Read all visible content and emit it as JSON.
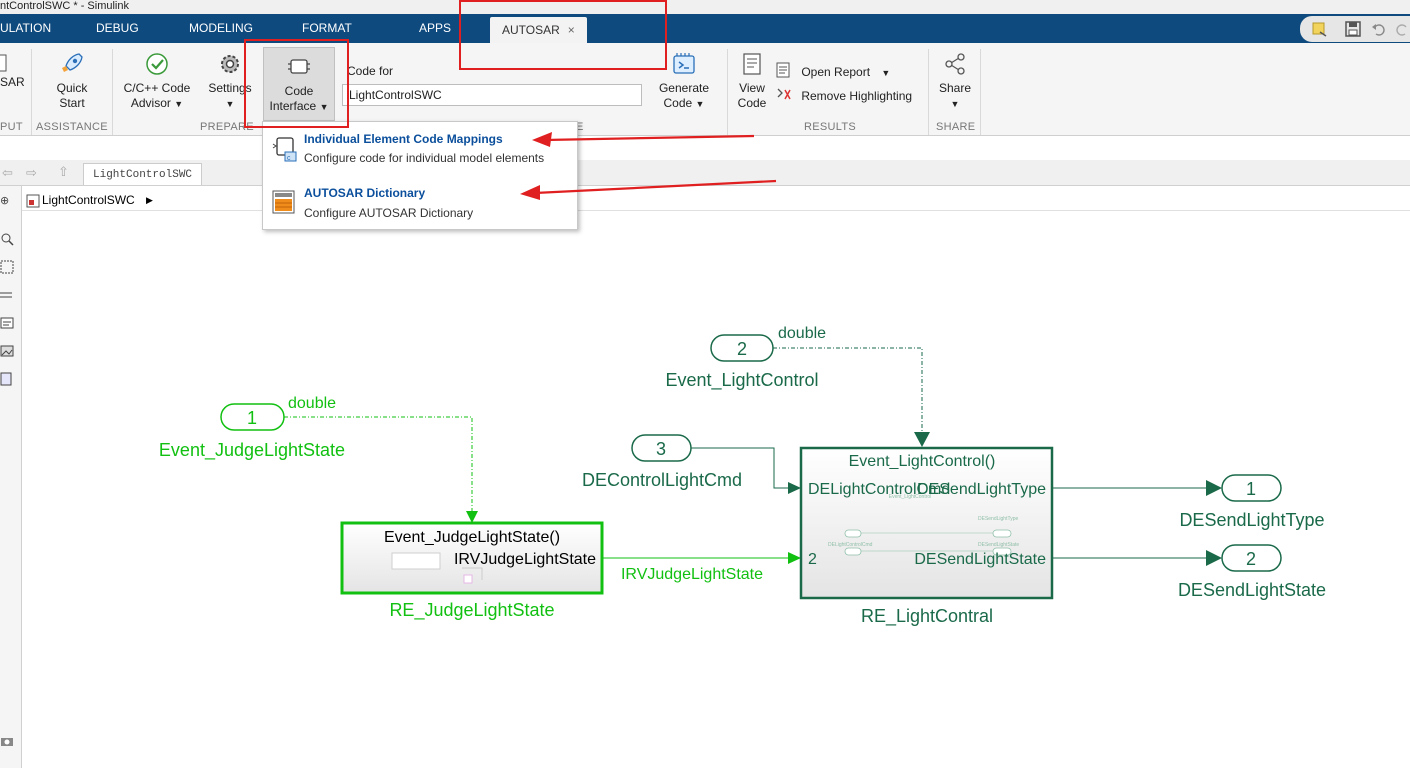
{
  "window": {
    "title": "ntControlSWC * - Simulink"
  },
  "tabs": [
    {
      "label": "ULATION",
      "active": false
    },
    {
      "label": "DEBUG",
      "active": false
    },
    {
      "label": "MODELING",
      "active": false
    },
    {
      "label": "FORMAT",
      "active": false
    },
    {
      "label": "APPS",
      "active": false
    },
    {
      "label": "AUTOSAR",
      "active": true,
      "close": "×"
    }
  ],
  "ribbon": {
    "autosar_cut": "SAR",
    "quick_start": {
      "line1": "Quick",
      "line2": "Start"
    },
    "code_advisor": {
      "line1": "C/C++ Code",
      "line2": "Advisor"
    },
    "settings": {
      "line1": "Settings"
    },
    "code_interface": {
      "line1": "Code",
      "line2": "Interface"
    },
    "code_for_label": "Code for",
    "code_for_value": "LightControlSWC",
    "generate_code": {
      "line1": "Generate",
      "line2": "Code"
    },
    "view_code": {
      "line1": "View",
      "line2": "Code"
    },
    "open_report": "Open Report",
    "remove_highlighting": "Remove Highlighting",
    "share": {
      "line1": "Share"
    },
    "groups": {
      "put": "PUT",
      "assistance": "ASSISTANCE",
      "prepare": "PREPARE",
      "generate_cut": "E",
      "results": "RESULTS",
      "share": "SHARE"
    }
  },
  "dropdown": {
    "items": [
      {
        "title": "Individual Element Code Mappings",
        "desc": "Configure code for individual model elements",
        "icon": "code-mapping-icon"
      },
      {
        "title": "AUTOSAR Dictionary",
        "desc": "Configure AUTOSAR Dictionary",
        "icon": "dictionary-icon"
      }
    ]
  },
  "nav": {
    "model_tab": "LightControlSWC",
    "breadcrumb": "LightControlSWC"
  },
  "diagram": {
    "left_inport": {
      "num": "1",
      "name": "Event_JudgeLightState",
      "type": "double"
    },
    "left_block": {
      "header": "Event_JudgeLightState()",
      "port": "IRVJudgeLightState",
      "name": "RE_JudgeLightState"
    },
    "irv_signal": "IRVJudgeLightState",
    "top_inport": {
      "num": "2",
      "name": "Event_LightControl",
      "type": "double"
    },
    "cmd_inport": {
      "num": "3",
      "name": "DEControlLightCmd"
    },
    "right_block": {
      "header": "Event_LightControl()",
      "in1": "DELightControlCmd",
      "out1": "DESendLightType",
      "in2": "2",
      "out2": "DESendLightState",
      "name": "RE_LightContral",
      "mini_header": "Event_LightControl",
      "mini_in": "DELightControlCmd",
      "mini_out1": "DESendLightType",
      "mini_out2": "DESendLightState"
    },
    "outport1": {
      "num": "1",
      "name": "DESendLightType"
    },
    "outport2": {
      "num": "2",
      "name": "DESendLightState"
    }
  },
  "colors": {
    "ribbon_bg": "#f5f5f5",
    "tab_strip": "#0f4a7e",
    "bright_green": "#11c011",
    "dark_green": "#1a6a4a",
    "annotation_red": "#e02020",
    "link_blue": "#0b4f9c"
  }
}
